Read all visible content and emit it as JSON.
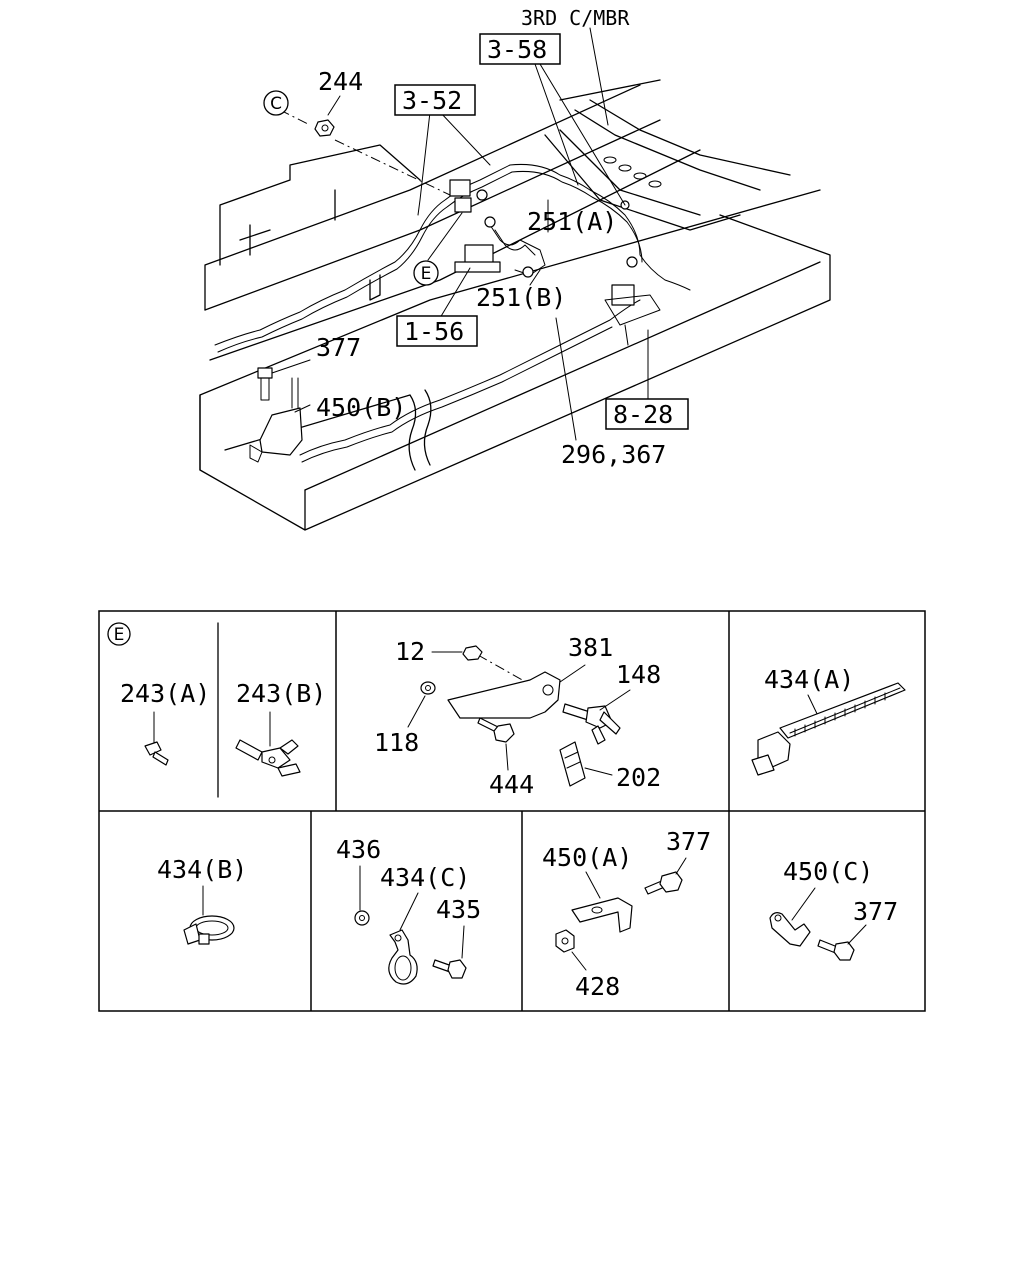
{
  "top_diagram": {
    "member_label": "3RD C/MBR",
    "boxed_refs": [
      "3-58",
      "3-52",
      "1-56",
      "8-28"
    ],
    "callouts": {
      "c_244": "244",
      "c_251a": "251(A)",
      "c_251b": "251(B)",
      "c_377": "377",
      "c_450b": "450(B)",
      "c_296_367": "296,367"
    },
    "circle_markers": {
      "c": "C",
      "e": "E"
    }
  },
  "detail_panels": {
    "panel_e": {
      "marker": "E",
      "left_label": "243(A)",
      "right_label": "243(B)"
    },
    "panel_bracket": {
      "labels": {
        "l12": "12",
        "l381": "381",
        "l148": "148",
        "l118": "118",
        "l444": "444",
        "l202": "202"
      }
    },
    "panel_434a": {
      "label": "434(A)"
    },
    "panel_434b": {
      "label": "434(B)"
    },
    "panel_434c": {
      "l436": "436",
      "l434c": "434(C)",
      "l435": "435"
    },
    "panel_450a": {
      "l450a": "450(A)",
      "l377": "377",
      "l428": "428"
    },
    "panel_450c": {
      "l450c": "450(C)",
      "l377": "377"
    }
  }
}
